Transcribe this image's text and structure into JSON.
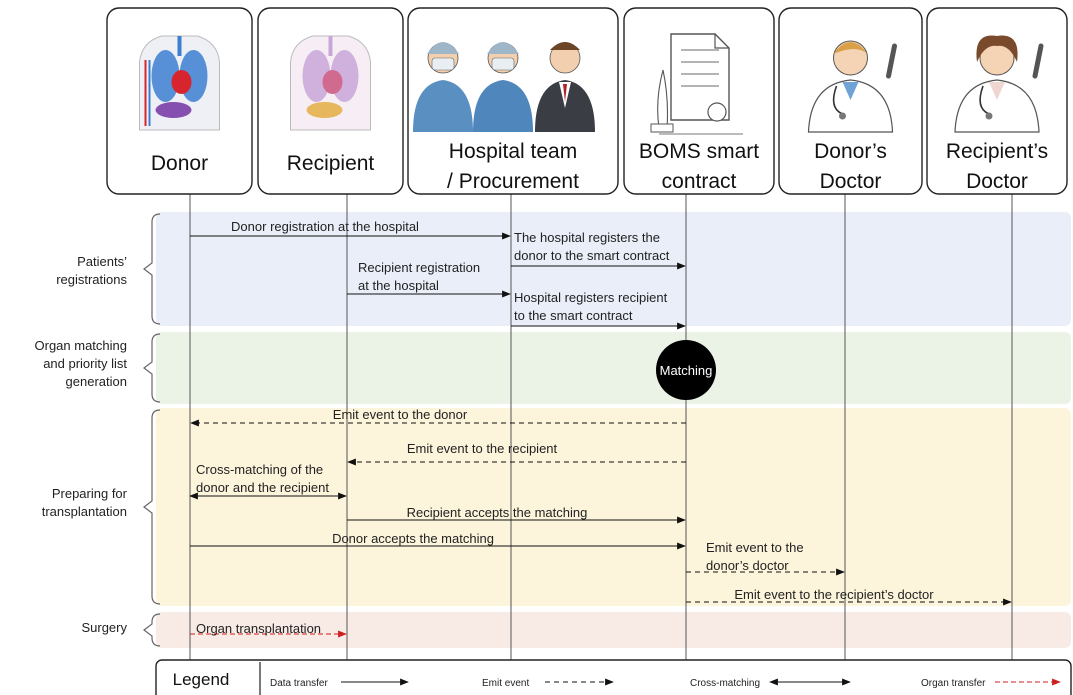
{
  "actors": [
    {
      "id": "donor",
      "label_lines": [
        "Donor"
      ],
      "icon": "donor-anatomy-icon"
    },
    {
      "id": "recipient",
      "label_lines": [
        "Recipient"
      ],
      "icon": "recipient-anatomy-icon"
    },
    {
      "id": "hospital",
      "label_lines": [
        "Hospital team",
        "/ Procurement"
      ],
      "icon": "hospital-team-icon"
    },
    {
      "id": "boms",
      "label_lines": [
        "BOMS smart",
        "contract"
      ],
      "icon": "contract-document-icon"
    },
    {
      "id": "donor_doctor",
      "label_lines": [
        "Donor’s",
        "Doctor"
      ],
      "icon": "male-doctor-icon"
    },
    {
      "id": "recipient_doctor",
      "label_lines": [
        "Recipient’s",
        "Doctor"
      ],
      "icon": "female-doctor-icon"
    }
  ],
  "phases": [
    {
      "id": "registrations",
      "label_lines": [
        "Patients’",
        "registrations"
      ],
      "color": "#e9eef8"
    },
    {
      "id": "matching",
      "label_lines": [
        "Organ matching",
        "and priority list",
        "generation"
      ],
      "color": "#ebf3e6"
    },
    {
      "id": "preparing",
      "label_lines": [
        "Preparing for",
        "transplantation"
      ],
      "color": "#fdf4dc"
    },
    {
      "id": "surgery",
      "label_lines": [
        "Surgery"
      ],
      "color": "#f8ebe6"
    }
  ],
  "messages": [
    {
      "from": "donor",
      "to": "hospital",
      "kind": "data",
      "label_lines": [
        "Donor registration at the hospital"
      ]
    },
    {
      "from": "hospital",
      "to": "boms",
      "kind": "data",
      "label_lines": [
        "The hospital registers the",
        "donor to the smart contract"
      ]
    },
    {
      "from": "recipient",
      "to": "hospital",
      "kind": "data",
      "label_lines": [
        "Recipient registration",
        "at the hospital"
      ]
    },
    {
      "from": "hospital",
      "to": "boms",
      "kind": "data",
      "label_lines": [
        "Hospital registers recipient",
        "to the smart contract"
      ]
    },
    {
      "from": "boms",
      "to": "donor",
      "kind": "emit",
      "label_lines": [
        "Emit event to the donor"
      ]
    },
    {
      "from": "boms",
      "to": "recipient",
      "kind": "emit",
      "label_lines": [
        "Emit event to the recipient"
      ]
    },
    {
      "from": "donor",
      "to": "recipient",
      "kind": "cross",
      "label_lines": [
        "Cross-matching of the",
        "donor and the recipient"
      ]
    },
    {
      "from": "recipient",
      "to": "boms",
      "kind": "data",
      "label_lines": [
        "Recipient accepts the matching"
      ]
    },
    {
      "from": "donor",
      "to": "boms",
      "kind": "data",
      "label_lines": [
        "Donor accepts the matching"
      ]
    },
    {
      "from": "boms",
      "to": "donor_doctor",
      "kind": "emit",
      "label_lines": [
        "Emit event to the",
        "donor’s doctor"
      ]
    },
    {
      "from": "boms",
      "to": "recipient_doctor",
      "kind": "emit",
      "label_lines": [
        "Emit event to the recipient’s doctor"
      ]
    },
    {
      "from": "donor",
      "to": "recipient",
      "kind": "organ",
      "label_lines": [
        "Organ transplantation"
      ]
    }
  ],
  "matching_node": {
    "label": "Matching"
  },
  "legend": {
    "title": "Legend",
    "items": [
      {
        "kind": "data",
        "label": "Data transfer"
      },
      {
        "kind": "emit",
        "label": "Emit event"
      },
      {
        "kind": "cross",
        "label": "Cross-matching"
      },
      {
        "kind": "organ",
        "label": "Organ transfer"
      }
    ]
  },
  "colors": {
    "organ_transfer": "#cc1f1f",
    "matching_node": "#000000",
    "lifeline": "#555555"
  }
}
